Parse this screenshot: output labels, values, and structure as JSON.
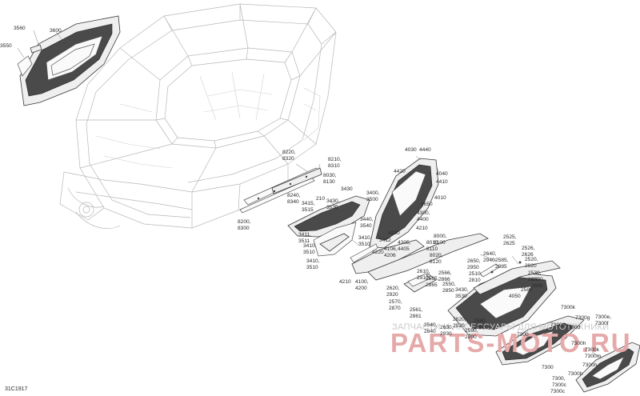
{
  "diagram": {
    "code": "31C1917",
    "watermark": {
      "line1": "ЗАПЧАСТИ И АКСЕССУАРЫ ДЛЯ МОТОТЕХНИКИ",
      "line2": "PARTS-MOTO.RU"
    },
    "callouts": [
      {
        "id": "c3560",
        "text": "3560"
      },
      {
        "id": "c3600",
        "text": "3600"
      },
      {
        "id": "c3550",
        "text": "3550"
      },
      {
        "id": "c8220",
        "text": "8220,"
      },
      {
        "id": "c8320",
        "text": "8320"
      },
      {
        "id": "c8210",
        "text": "8210,"
      },
      {
        "id": "c8310",
        "text": "8310"
      },
      {
        "id": "c8030",
        "text": "8030,"
      },
      {
        "id": "c8130",
        "text": "8130"
      },
      {
        "id": "c8240",
        "text": "8240,"
      },
      {
        "id": "c8340",
        "text": "8340"
      },
      {
        "id": "c210",
        "text": "210"
      },
      {
        "id": "c3430a",
        "text": "3430"
      },
      {
        "id": "c3415",
        "text": "3415,"
      },
      {
        "id": "c3515",
        "text": "3515"
      },
      {
        "id": "c3430b",
        "text": "3430,"
      },
      {
        "id": "c3530a",
        "text": "3530"
      },
      {
        "id": "c8200",
        "text": "8200,"
      },
      {
        "id": "c8300",
        "text": "8300"
      },
      {
        "id": "c3411",
        "text": "3411,"
      },
      {
        "id": "c3511",
        "text": "3511"
      },
      {
        "id": "c3410a",
        "text": "3410,"
      },
      {
        "id": "c3510a",
        "text": "3510"
      },
      {
        "id": "c3410b",
        "text": "3410,"
      },
      {
        "id": "c3510b",
        "text": "3510"
      },
      {
        "id": "c3400",
        "text": "3400,"
      },
      {
        "id": "c3500",
        "text": "3500"
      },
      {
        "id": "c3440",
        "text": "3440,"
      },
      {
        "id": "c3540",
        "text": "3540"
      },
      {
        "id": "c3410c",
        "text": "3410,"
      },
      {
        "id": "c3412",
        "text": "3412"
      },
      {
        "id": "c3510c",
        "text": "3510"
      },
      {
        "id": "c4230",
        "text": "4230"
      },
      {
        "id": "c4220",
        "text": "4220"
      },
      {
        "id": "c4210a",
        "text": "4210"
      },
      {
        "id": "c4210b",
        "text": "4210"
      },
      {
        "id": "c4100",
        "text": "4100,"
      },
      {
        "id": "c4200",
        "text": "4200"
      },
      {
        "id": "c4030",
        "text": "4030"
      },
      {
        "id": "c4440",
        "text": "4440"
      },
      {
        "id": "c4420",
        "text": "4420"
      },
      {
        "id": "c4040",
        "text": "4040"
      },
      {
        "id": "c4410",
        "text": "4410"
      },
      {
        "id": "c4010",
        "text": "4010"
      },
      {
        "id": "c4650",
        "text": "4650"
      },
      {
        "id": "c4300",
        "text": "4300,"
      },
      {
        "id": "c4400",
        "text": "4400"
      },
      {
        "id": "c4305",
        "text": "4305,"
      },
      {
        "id": "c4405",
        "text": "4405"
      },
      {
        "id": "c4106",
        "text": "4106,"
      },
      {
        "id": "c4206",
        "text": "4206"
      },
      {
        "id": "c8000",
        "text": "8000,"
      },
      {
        "id": "c8100",
        "text": "8100"
      },
      {
        "id": "c8010",
        "text": "8010,"
      },
      {
        "id": "c8110",
        "text": "8110"
      },
      {
        "id": "c8020",
        "text": "8020,"
      },
      {
        "id": "c8120",
        "text": "8120"
      },
      {
        "id": "c2525",
        "text": "2525,"
      },
      {
        "id": "c2625",
        "text": "2625"
      },
      {
        "id": "c2640",
        "text": "2640,"
      },
      {
        "id": "c2940",
        "text": "2940"
      },
      {
        "id": "c2526",
        "text": "2526,"
      },
      {
        "id": "c2626",
        "text": "2626"
      },
      {
        "id": "c2585",
        "text": "2585,"
      },
      {
        "id": "c2885",
        "text": "2885"
      },
      {
        "id": "c2520",
        "text": "2520,"
      },
      {
        "id": "c2820",
        "text": "2820"
      },
      {
        "id": "c2650",
        "text": "2650,"
      },
      {
        "id": "c2950",
        "text": "2950"
      },
      {
        "id": "c2510",
        "text": "2510,"
      },
      {
        "id": "c2810",
        "text": "2810"
      },
      {
        "id": "c2530",
        "text": "2530,"
      },
      {
        "id": "c2830",
        "text": "2830"
      },
      {
        "id": "c2500",
        "text": "2500,"
      },
      {
        "id": "c2800",
        "text": "2800"
      },
      {
        "id": "c4050",
        "text": "4050"
      },
      {
        "id": "c2610",
        "text": "2610,"
      },
      {
        "id": "c2910",
        "text": "2910"
      },
      {
        "id": "c2566",
        "text": "2566,"
      },
      {
        "id": "c2866",
        "text": "2866"
      },
      {
        "id": "c2565",
        "text": "2565,"
      },
      {
        "id": "c2865",
        "text": "2865"
      },
      {
        "id": "c2550",
        "text": "2550,"
      },
      {
        "id": "c2850",
        "text": "2850"
      },
      {
        "id": "c2620",
        "text": "2620,"
      },
      {
        "id": "c2920",
        "text": "2920"
      },
      {
        "id": "c3430c",
        "text": "3430,"
      },
      {
        "id": "c3530b",
        "text": "3530"
      },
      {
        "id": "c2580",
        "text": "2580"
      },
      {
        "id": "c2570",
        "text": "2570,"
      },
      {
        "id": "c2870",
        "text": "2870"
      },
      {
        "id": "c2561",
        "text": "2561,"
      },
      {
        "id": "c2861",
        "text": "2861"
      },
      {
        "id": "c2540",
        "text": "2540,"
      },
      {
        "id": "c2840",
        "text": "2840"
      },
      {
        "id": "c2620b",
        "text": "2620,"
      },
      {
        "id": "c2920b",
        "text": "2920"
      },
      {
        "id": "c2630",
        "text": "2630,"
      },
      {
        "id": "c2930",
        "text": "2930"
      },
      {
        "id": "c2580b",
        "text": "2580,"
      },
      {
        "id": "c2880",
        "text": "2880"
      },
      {
        "id": "c2590",
        "text": "2590,"
      },
      {
        "id": "c2890",
        "text": "2890"
      },
      {
        "id": "c7300k",
        "text": "7300k"
      },
      {
        "id": "c7300g",
        "text": "7300g"
      },
      {
        "id": "c7300e",
        "text": "7300e,"
      },
      {
        "id": "c7300f",
        "text": "7300f"
      },
      {
        "id": "c7300b",
        "text": "7300b"
      },
      {
        "id": "c7300d",
        "text": "7300d"
      },
      {
        "id": "c7300a",
        "text": "7300"
      },
      {
        "id": "c7300h",
        "text": "7300h"
      },
      {
        "id": "c7300k2",
        "text": "7300k"
      },
      {
        "id": "c7300m",
        "text": "7300m"
      },
      {
        "id": "c7300n",
        "text": "7300n"
      },
      {
        "id": "c7300t",
        "text": "7300"
      },
      {
        "id": "c7300h2",
        "text": "7300h"
      },
      {
        "id": "c7300r",
        "text": "7300,"
      },
      {
        "id": "c7300c",
        "text": "7300c"
      },
      {
        "id": "c7300r2",
        "text": "7300c"
      }
    ]
  }
}
